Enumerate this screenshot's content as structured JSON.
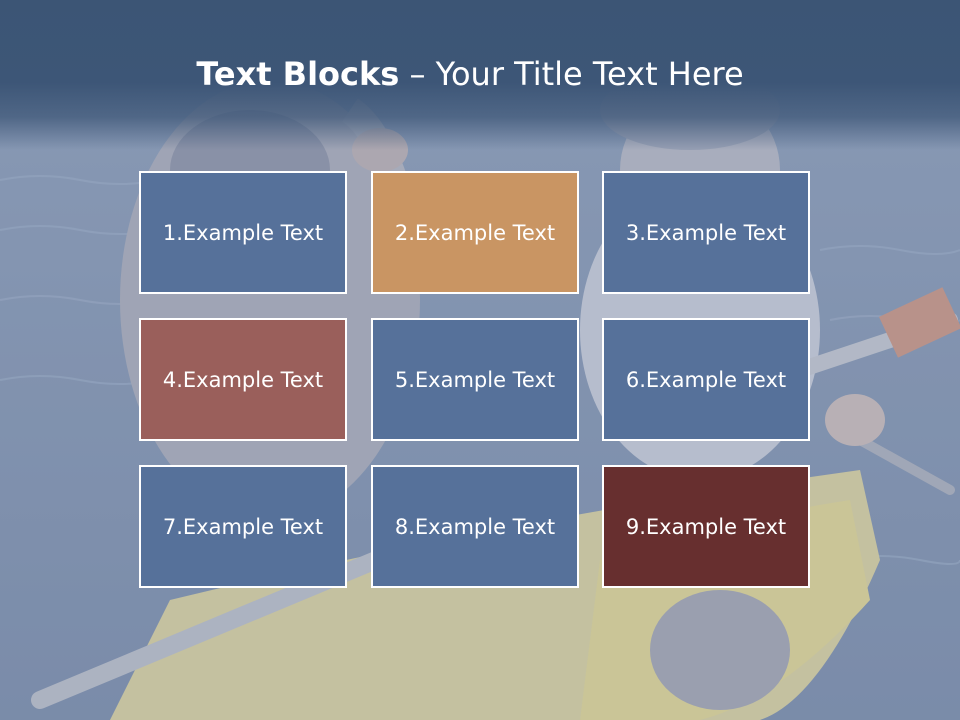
{
  "title": {
    "bold": "Text Blocks",
    "dash": " – ",
    "rest": "Your Title Text Here"
  },
  "blocks": [
    {
      "label": "1.Example Text",
      "color": "#56719a"
    },
    {
      "label": "2.Example Text",
      "color": "#c99563"
    },
    {
      "label": "3.Example Text",
      "color": "#56719a"
    },
    {
      "label": "4.Example Text",
      "color": "#9a5f5b"
    },
    {
      "label": "5.Example Text",
      "color": "#56719a"
    },
    {
      "label": "6.Example Text",
      "color": "#56719a"
    },
    {
      "label": "7.Example Text",
      "color": "#56719a"
    },
    {
      "label": "8.Example Text",
      "color": "#56719a"
    },
    {
      "label": "9.Example Text",
      "color": "#672f2f"
    }
  ],
  "colors": {
    "title_band": "#3c5575",
    "water": "#7f91ad",
    "tile_border": "#ffffff"
  }
}
